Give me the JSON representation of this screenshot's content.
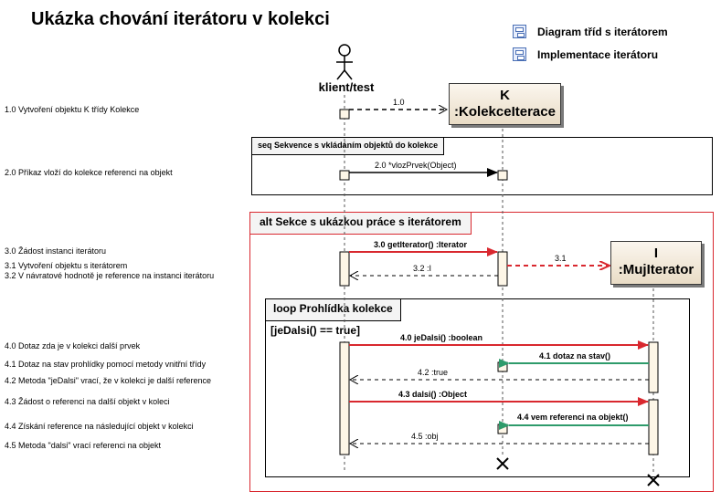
{
  "title": "Ukázka chování iterátoru v kolekci",
  "links": [
    {
      "label": "Diagram tříd s iterátorem"
    },
    {
      "label": "Implementace iterátoru"
    }
  ],
  "actor": {
    "label": "klient/test"
  },
  "objects": {
    "k": {
      "line1": "K",
      "line2": ":KolekceIterace"
    },
    "i": {
      "line1": "I",
      "line2": ":MujIterator"
    }
  },
  "frames": {
    "seq": "seq Sekvence s vkládáním objektů do kolekce",
    "alt": "alt Sekce s ukázkou práce s iterátorem",
    "loop": "loop Prohlídka kolekce",
    "guard": "[jeDalsi() == true]"
  },
  "messages": {
    "m10": "1.0",
    "m20": "2.0 *vlozPrvek(Object)",
    "m30": "3.0 getIterator() :Iterator",
    "m31": "3.1",
    "m32": "3.2  :I",
    "m40": "4.0 jeDalsi() :boolean",
    "m41": "4.1 dotaz na stav()",
    "m42": "4.2  :true",
    "m43": "4.3 dalsi() :Object",
    "m44": "4.4 vem referenci na objekt()",
    "m45": "4.5  :obj"
  },
  "notes": [
    "1.0 Vytvoření objektu K třídy Kolekce",
    "2.0 Příkaz vloží do kolekce referenci na objekt",
    "3.0 Žádost instanci iterátoru",
    "3.1 Vytvoření objektu s iterátorem",
    "3.2 V návratové hodnotě je reference na instanci iterátoru",
    "4.0 Dotaz zda je v kolekci další prvek",
    "4.1 Dotaz na stav prohlídky pomocí metody vnitřní třídy",
    "4.2 Metoda \"jeDalsi\" vrací, že v kolekci je další reference",
    "4.3 Žádost o referenci na další objekt v koleci",
    "4.4 Získání reference na následující objekt v kolekci",
    "4.5 Metoda \"dalsi\" vrací referenci na objekt"
  ],
  "colors": {
    "call": "#d9282f",
    "inner_call": "#2e9b6b",
    "frame_alt": "#d9282f",
    "object_fill": "#f3ead9"
  }
}
